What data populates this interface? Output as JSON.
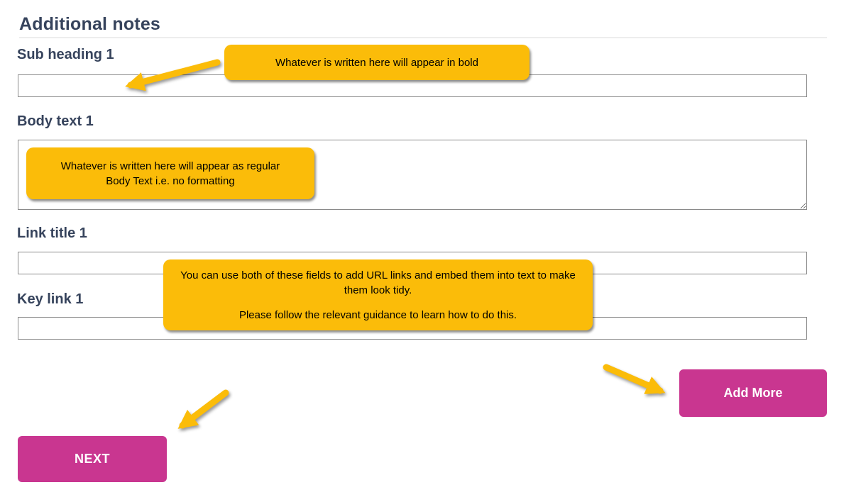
{
  "page": {
    "title": "Additional notes"
  },
  "colors": {
    "accent_pink": "#C93690",
    "callout_yellow": "#FBBC09",
    "heading_navy": "#36435C",
    "input_border_gray": "#8A8A8A"
  },
  "fields": [
    {
      "label": "Sub heading 1",
      "type": "input",
      "value": "",
      "placeholder": ""
    },
    {
      "label": "Body text 1",
      "type": "textarea",
      "value": "",
      "placeholder": ""
    },
    {
      "label": "Link title 1",
      "type": "input",
      "value": "",
      "placeholder": ""
    },
    {
      "label": "Key link 1",
      "type": "input",
      "value": "",
      "placeholder": ""
    }
  ],
  "callouts": {
    "subheading_tip": "Whatever is written here will appear in bold",
    "bodytext_tip_line1": "Whatever is written here will appear as regular",
    "bodytext_tip_line2": "Body Text i.e. no formatting",
    "links_tip_para1": "You can use both of these fields to add URL links and embed them into text to make them look tidy.",
    "links_tip_para2": "Please follow the relevant guidance to learn how to do this."
  },
  "buttons": {
    "add_more": "Add More",
    "next": "NEXT"
  },
  "icons": {
    "arrow_to_subheading_input": "yellow-arrow-pointing-left-down",
    "arrow_to_add_more": "yellow-arrow-pointing-right-down",
    "arrow_to_next": "yellow-arrow-pointing-left-down"
  }
}
